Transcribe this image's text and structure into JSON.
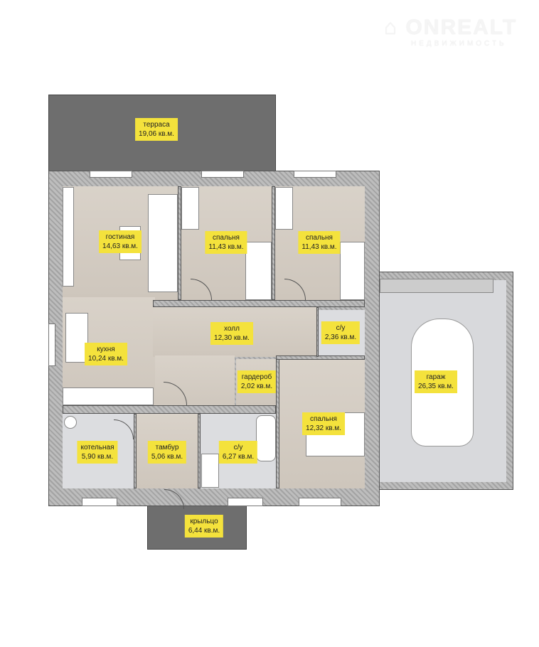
{
  "logo": {
    "name": "ONREALT",
    "subtitle": "НЕДВИЖИМОСТЬ"
  },
  "colors": {
    "label_bg": "#f4e23c",
    "wall": "#a3a3a3",
    "outdoor": "#6e6e6e",
    "wood_floor": "#d6cfc6",
    "tile_floor": "#dcdde0"
  },
  "unit": "кв.м.",
  "rooms": [
    {
      "name": "терраса",
      "area": "19,06 кв.м."
    },
    {
      "name": "гостиная",
      "area": "14,63 кв.м."
    },
    {
      "name": "спальня",
      "area": "11,43 кв.м."
    },
    {
      "name": "спальня",
      "area": "11,43 кв.м."
    },
    {
      "name": "холл",
      "area": "12,30 кв.м."
    },
    {
      "name": "с/у",
      "area": "2,36 кв.м."
    },
    {
      "name": "кухня",
      "area": "10,24 кв.м."
    },
    {
      "name": "гардероб",
      "area": "2,02 кв.м."
    },
    {
      "name": "спальня",
      "area": "12,32 кв.м."
    },
    {
      "name": "котельная",
      "area": "5,90 кв.м."
    },
    {
      "name": "тамбур",
      "area": "5,06 кв.м."
    },
    {
      "name": "с/у",
      "area": "6,27 кв.м."
    },
    {
      "name": "крыльцо",
      "area": "6,44 кв.м."
    },
    {
      "name": "гараж",
      "area": "26,35 кв.м."
    }
  ]
}
